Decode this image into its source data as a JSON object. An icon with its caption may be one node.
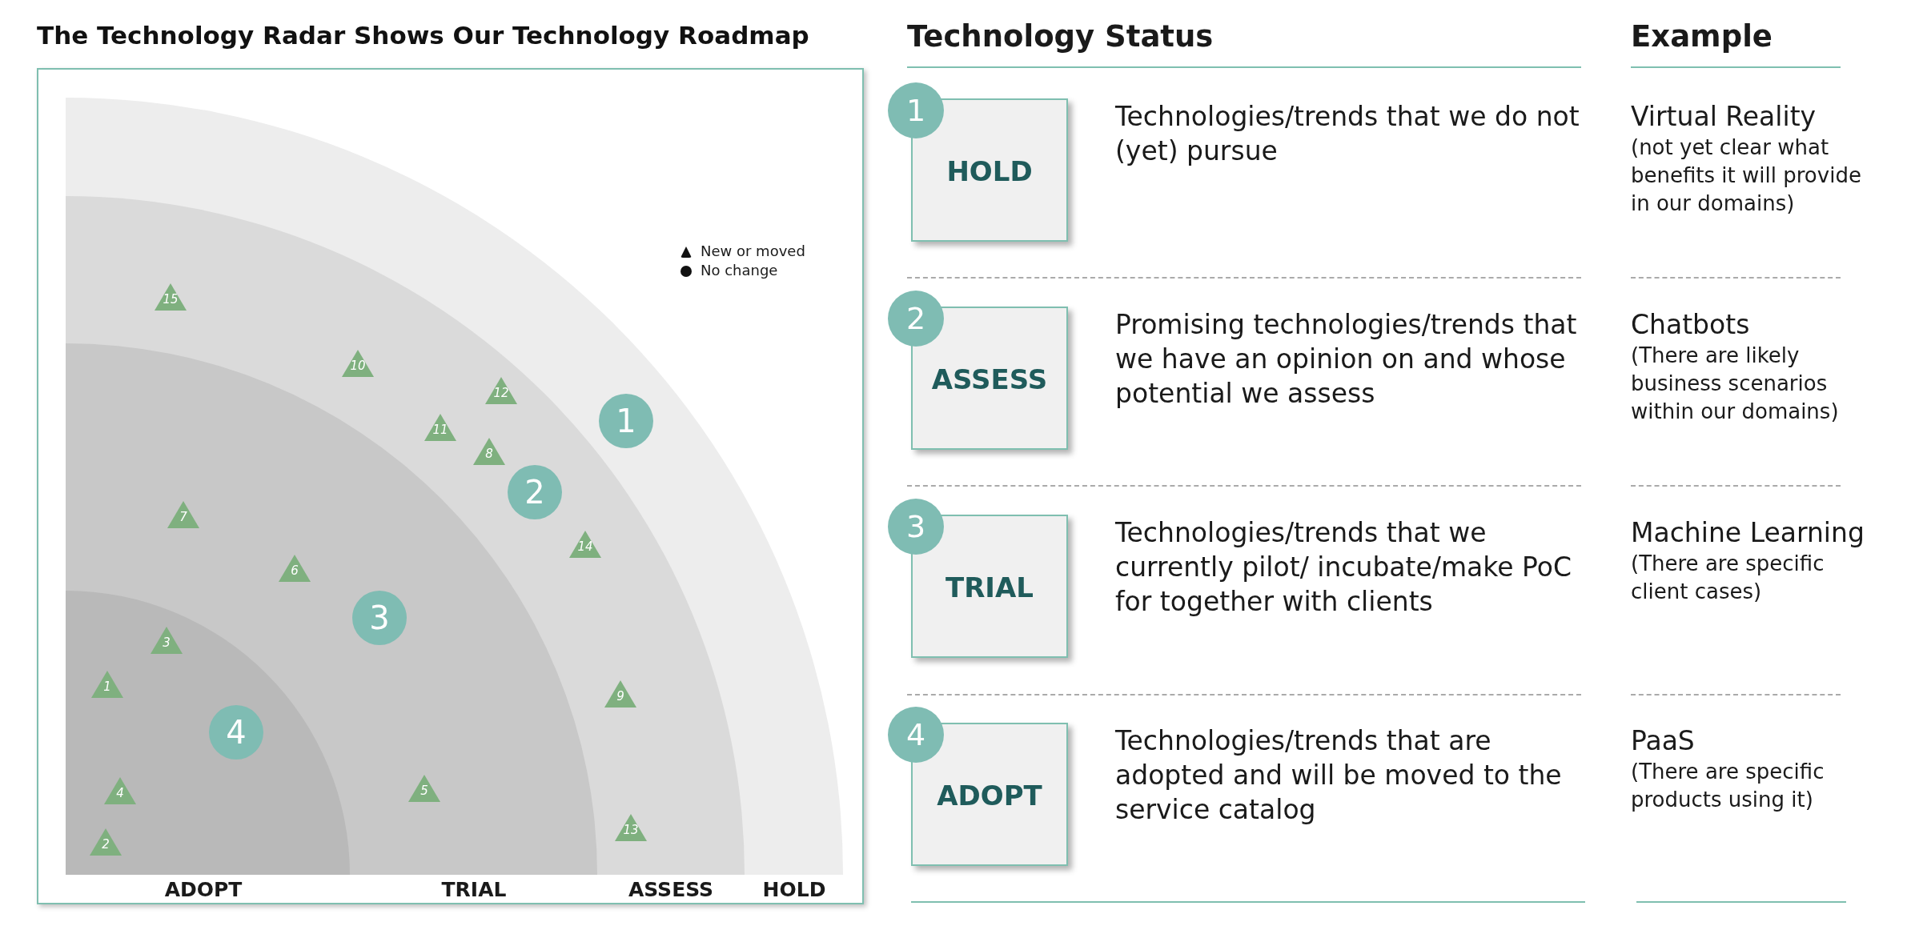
{
  "diagram": {
    "title": "The Technology Radar Shows Our Technology Roadmap",
    "nodes": [
      {
        "text": [
          "HOLD"
        ]
      },
      {
        "text": [
          "1"
        ],
        "in": 0
      },
      {
        "text": [
          "ASSESS"
        ],
        "in": 0
      },
      {
        "text": [
          "2"
        ],
        "in": 2
      },
      {
        "text": [
          "15"
        ],
        "in": 2
      },
      {
        "text": [
          "10"
        ],
        "in": 2
      },
      {
        "text": [
          "12"
        ],
        "in": 2
      },
      {
        "text": [
          "11"
        ],
        "in": 2
      },
      {
        "text": [
          "8"
        ],
        "in": 2
      },
      {
        "text": [
          "14"
        ],
        "in": 2
      },
      {
        "text": [
          "9"
        ],
        "in": 2
      },
      {
        "text": [
          "13"
        ],
        "in": 2
      },
      {
        "text": [
          "TRIAL"
        ],
        "in": 2
      },
      {
        "text": [
          "3"
        ],
        "in": 12
      },
      {
        "text": [
          "7"
        ],
        "in": 12
      },
      {
        "text": [
          "6"
        ],
        "in": 12
      },
      {
        "text": [
          "5"
        ],
        "in": 12
      },
      {
        "text": [
          "ADOPT"
        ],
        "in": 12
      },
      {
        "text": [
          "4"
        ],
        "in": 17
      },
      {
        "text": [
          "3"
        ],
        "in": 17
      },
      {
        "text": [
          "1"
        ],
        "in": 17
      },
      {
        "text": [
          "4"
        ],
        "in": 17
      },
      {
        "text": [
          "2"
        ],
        "in": 17
      },
      {
        "text": [
          "1"
        ]
      },
      {
        "text": [
          "HOLD"
        ]
      },
      {
        "text": [
          "2"
        ]
      },
      {
        "text": [
          "ASSESS"
        ]
      },
      {
        "text": [
          "3"
        ]
      },
      {
        "text": [
          "TRIAL"
        ]
      },
      {
        "text": [
          "4"
        ]
      },
      {
        "text": [
          "ADOPT"
        ]
      }
    ],
    "edges": [],
    "labels": [
      "Technology Status",
      "Example",
      "Technologies/trends that we do not (yet) pursue",
      "Virtual Reality",
      "(not yet clear what benefits it will provide in our domains)",
      "Promising technologies/trends that we have an opinion on and whose potential we assess",
      "Chatbots",
      "(There are likely business scenarios within our domains)",
      "Technologies/trends that we currently pilot/ incubate/make PoC for together with clients",
      "Machine Learning",
      "(There are specific client cases)",
      "Technologies/trends that are adopted and will be moved to the service catalog",
      "PaaS",
      "(There are specific products using it)"
    ],
    "legend": [
      {
        "text": "New or moved"
      },
      {
        "text": "No change"
      }
    ]
  }
}
